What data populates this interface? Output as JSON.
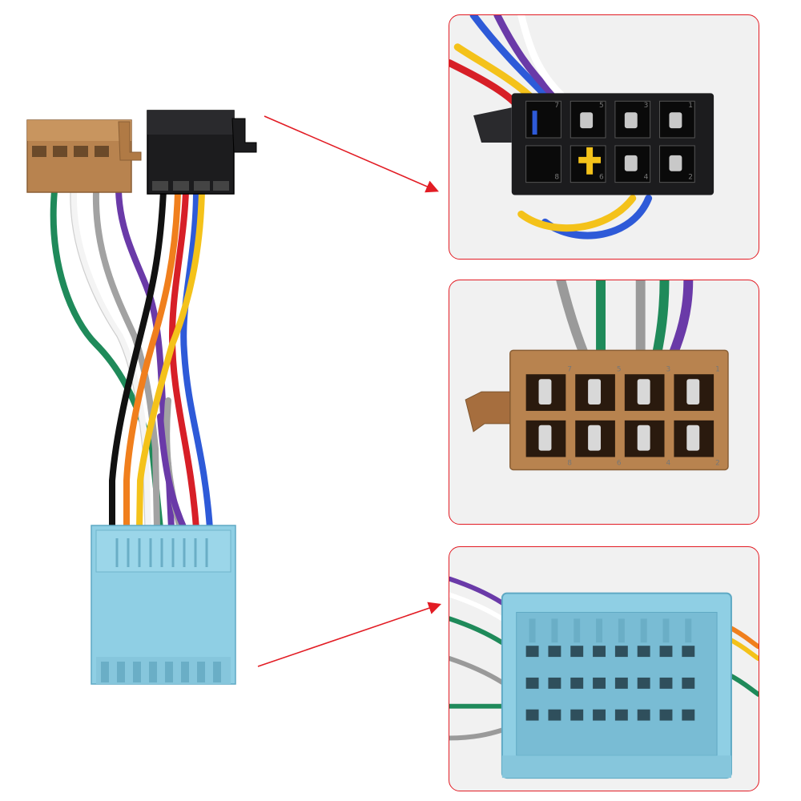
{
  "colors": {
    "background": "#ffffff",
    "panel_border": "#e21c24",
    "arrow": "#e21c24",
    "brown_connector": "#b8834f",
    "black_connector": "#1c1c1e",
    "blue_connector": "#8fcfe4",
    "wires": [
      "#1f8a5a",
      "#ffffff",
      "#9a9a9a",
      "#6a3aa8",
      "#111111",
      "#f07f1d",
      "#f4c21a",
      "#d71f27",
      "#2e5ad8"
    ]
  },
  "scene": {
    "main_item": "wiring-harness-adapter",
    "callouts": [
      {
        "id": "black-connector-closeup"
      },
      {
        "id": "brown-connector-closeup"
      },
      {
        "id": "blue-connector-closeup"
      }
    ]
  },
  "pin_labels": {
    "black": [
      "1",
      "3",
      "5",
      "7",
      "2",
      "4",
      "6",
      "8"
    ],
    "brown": [
      "1",
      "3",
      "5",
      "7",
      "2",
      "4",
      "6",
      "8"
    ]
  }
}
